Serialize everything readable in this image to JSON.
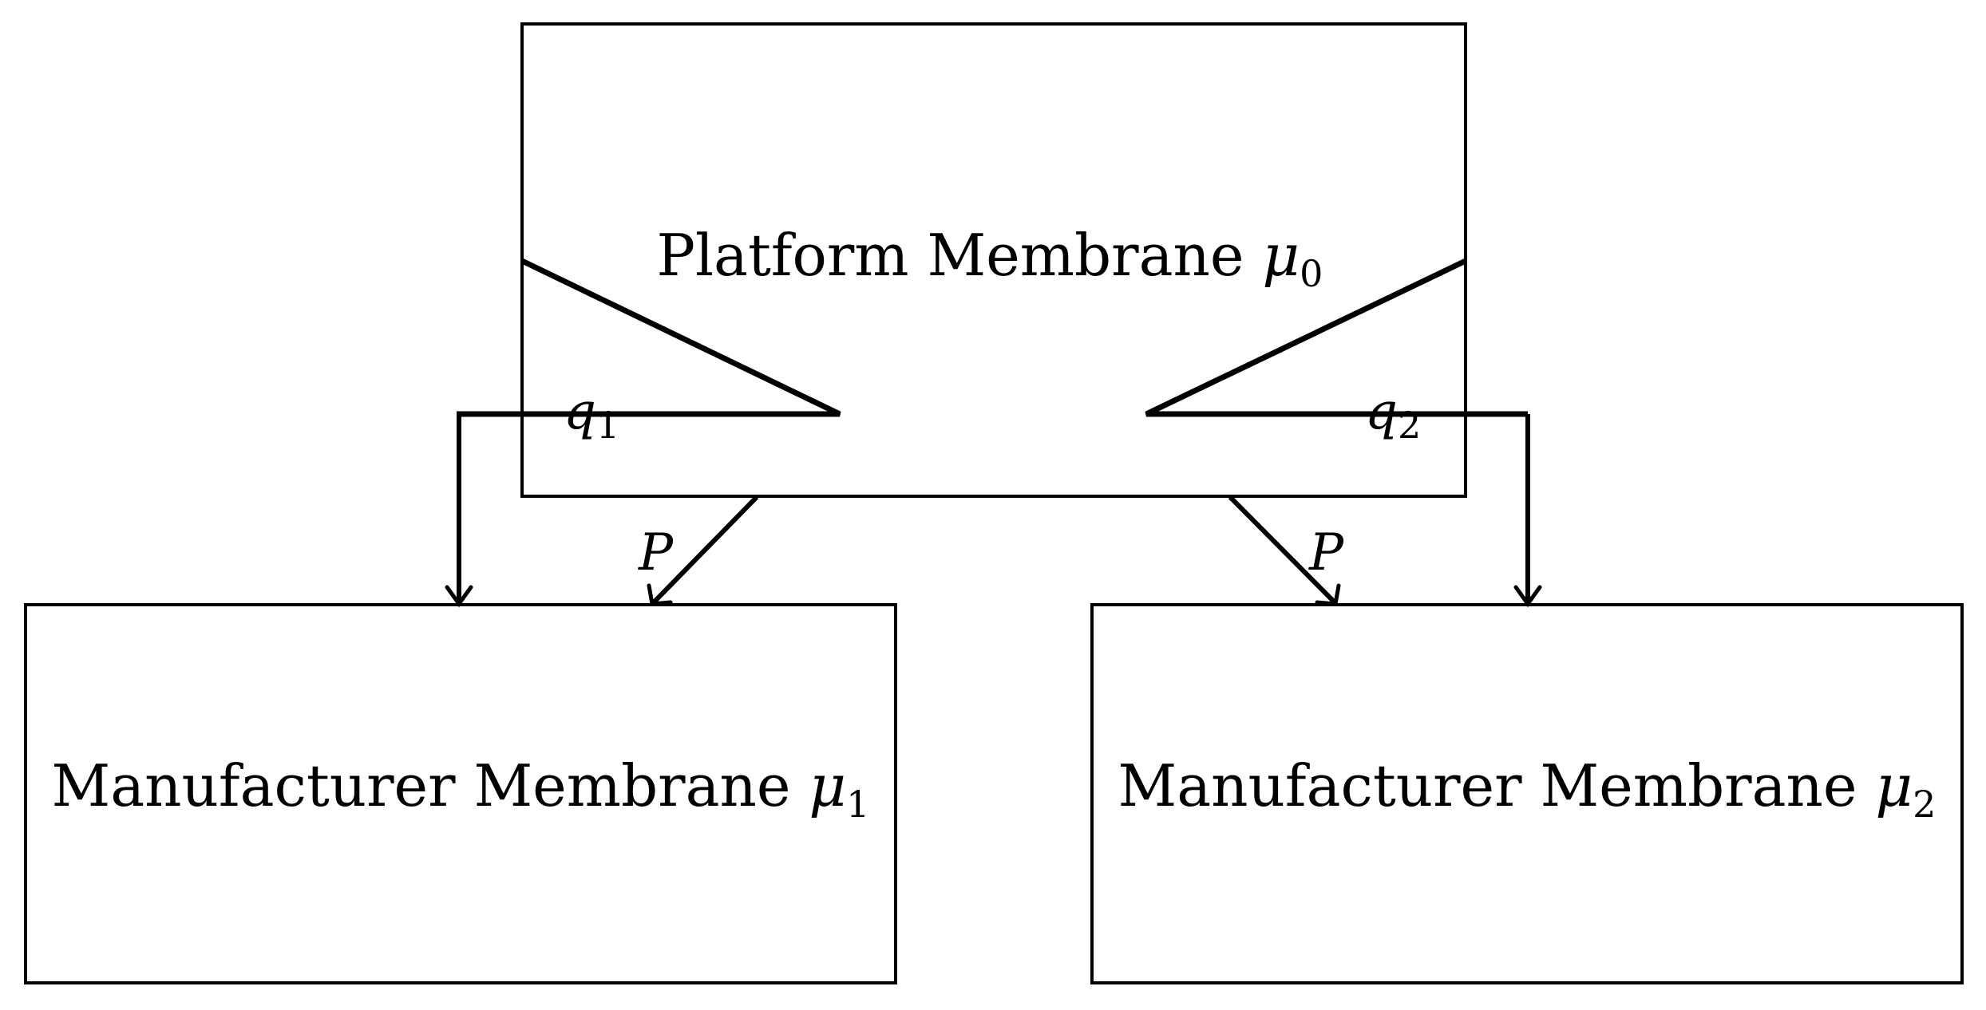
{
  "nodes": {
    "platform": {
      "label": "Platform Membrane",
      "symbol": "μ",
      "subscript": "0"
    },
    "manufacturer_1": {
      "label": "Manufacturer Membrane",
      "symbol": "μ",
      "subscript": "1"
    },
    "manufacturer_2": {
      "label": "Manufacturer Membrane",
      "symbol": "μ",
      "subscript": "2"
    }
  },
  "edges": {
    "q1": {
      "symbol": "q",
      "subscript": "1"
    },
    "q2": {
      "symbol": "q",
      "subscript": "2"
    },
    "p_left": {
      "label": "P"
    },
    "p_right": {
      "label": "P"
    }
  }
}
